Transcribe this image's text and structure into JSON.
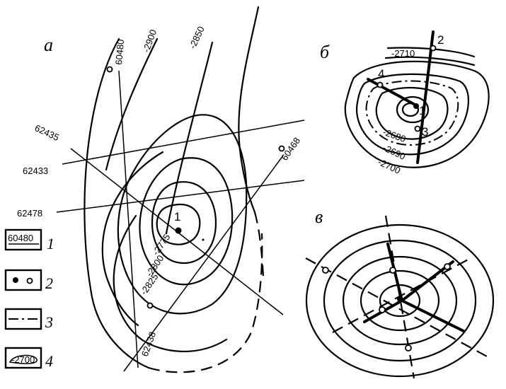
{
  "panels": {
    "a": {
      "letter": "а",
      "contours": [
        "-2900",
        "-2850",
        "-2775",
        "-2800",
        "-2825"
      ],
      "profiles": [
        "60480",
        "62435",
        "62433",
        "62478",
        "60468",
        "62438"
      ],
      "well": "1"
    },
    "b": {
      "letter": "б",
      "contours": [
        "-2710",
        "-2680",
        "-2690",
        "-2700"
      ],
      "wells": [
        "1",
        "2",
        "3",
        "4"
      ]
    },
    "v": {
      "letter": "в"
    }
  },
  "legend": [
    {
      "text": "60480",
      "num": "1"
    },
    {
      "num": "2"
    },
    {
      "num": "3"
    },
    {
      "text": "-2700",
      "num": "4"
    }
  ]
}
